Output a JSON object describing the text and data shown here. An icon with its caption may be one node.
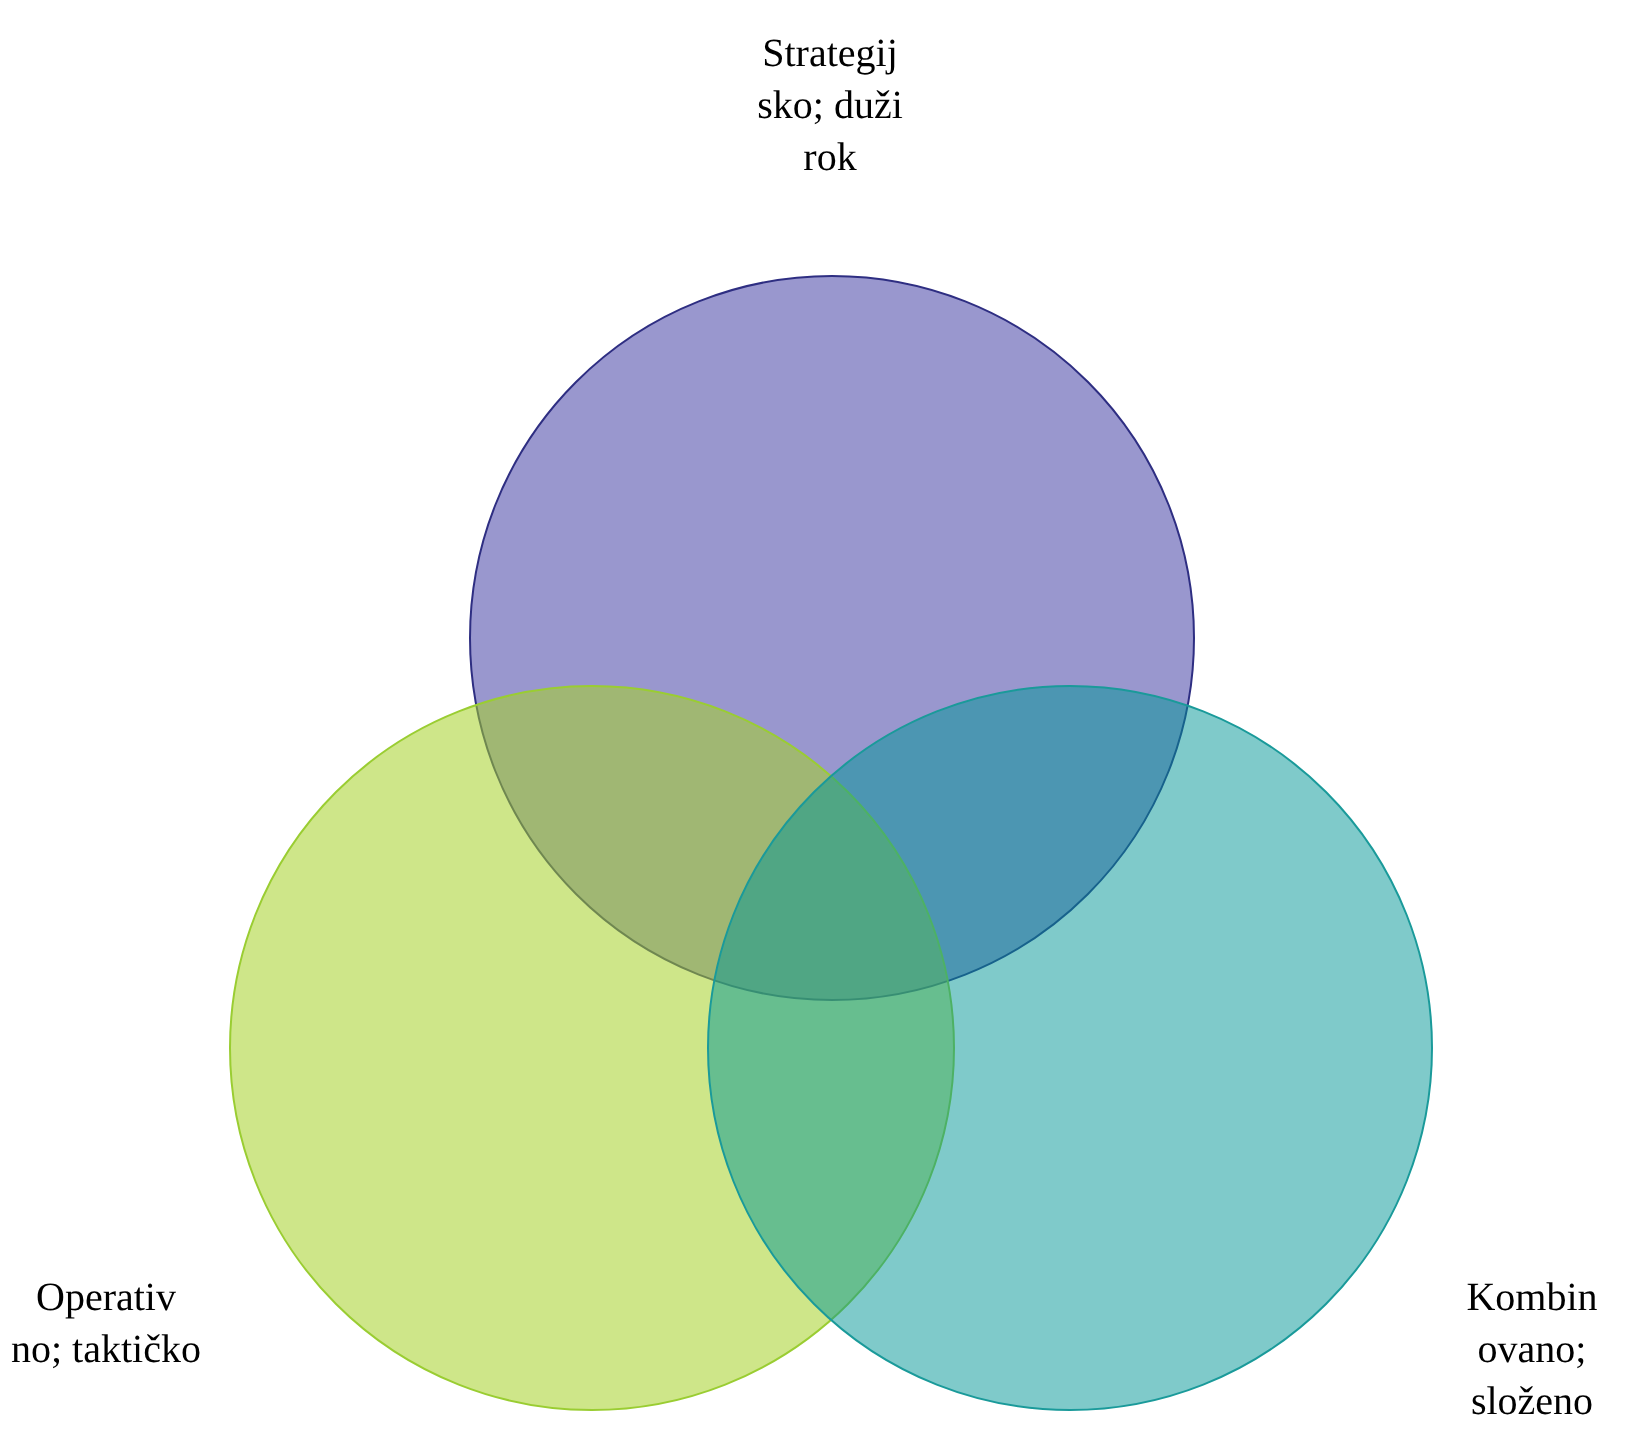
{
  "diagram": {
    "nodes": [
      {
        "text": [
          "Strategij sko; duži rok"
        ]
      },
      {
        "text": [
          "Operativ no; taktičko"
        ]
      },
      {
        "text": [
          "Kombin ovano; složeno"
        ]
      }
    ]
  }
}
